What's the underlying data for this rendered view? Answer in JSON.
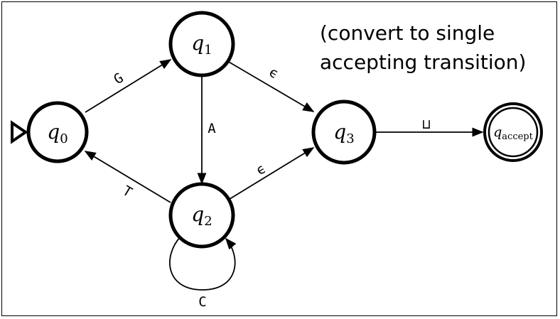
{
  "note": "(convert to single accepting transition)",
  "states": [
    {
      "id": "q0",
      "base": "q",
      "sub": "0",
      "start": true,
      "accept": false
    },
    {
      "id": "q1",
      "base": "q",
      "sub": "1",
      "start": false,
      "accept": false
    },
    {
      "id": "q2",
      "base": "q",
      "sub": "2",
      "start": false,
      "accept": false
    },
    {
      "id": "q3",
      "base": "q",
      "sub": "3",
      "start": false,
      "accept": false
    },
    {
      "id": "qaccept",
      "base": "q",
      "sub": "accept",
      "start": false,
      "accept": true
    }
  ],
  "transitions": [
    {
      "from": "q0",
      "to": "q1",
      "label": "G"
    },
    {
      "from": "q1",
      "to": "q2",
      "label": "A"
    },
    {
      "from": "q1",
      "to": "q3",
      "label": "ϵ"
    },
    {
      "from": "q2",
      "to": "q0",
      "label": "T"
    },
    {
      "from": "q2",
      "to": "q3",
      "label": "ϵ"
    },
    {
      "from": "q2",
      "to": "q2",
      "label": "C"
    },
    {
      "from": "q3",
      "to": "qaccept",
      "label": "⊔"
    }
  ],
  "colors": {
    "stroke": "#000000",
    "fill": "#ffffff"
  }
}
